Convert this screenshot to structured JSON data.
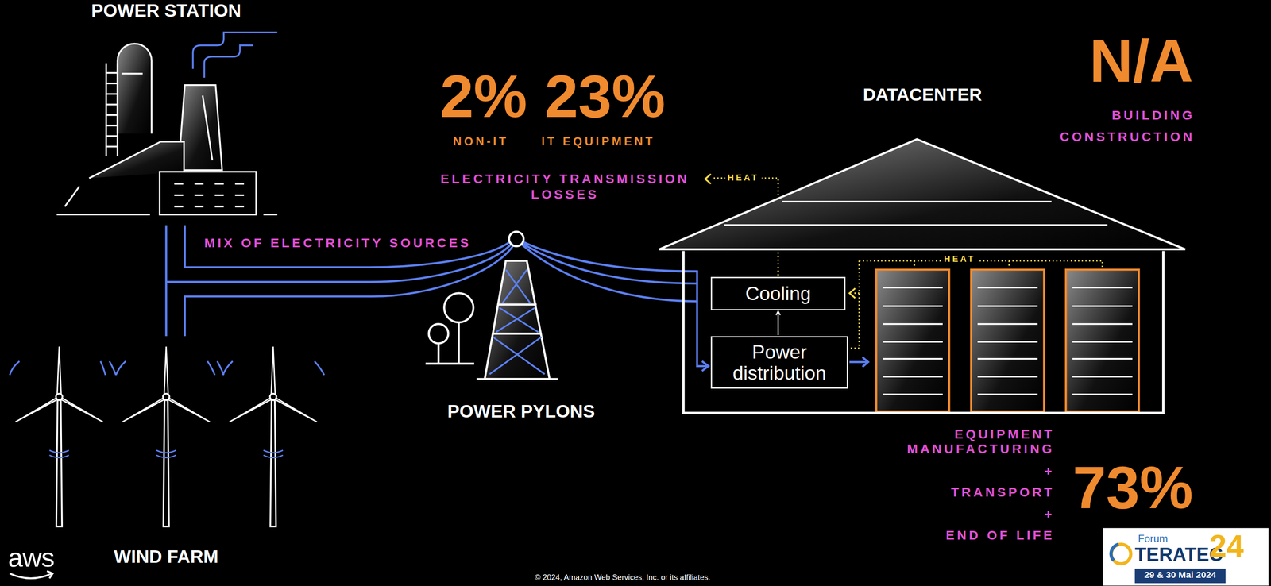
{
  "diagram": {
    "nodes": [
      {
        "text": [
          "DATACENTER"
        ]
      },
      {
        "text": [
          "Cooling"
        ],
        "in": 0
      },
      {
        "text": [
          "Power distribution"
        ],
        "in": 0
      }
    ],
    "edges": [
      {
        "from": 2,
        "to": 1,
        "arrow": "to"
      }
    ],
    "labels": [
      "POWER STATION",
      "WIND FARM",
      "POWER PYLONS",
      "MIX OF ELECTRICITY SOURCES",
      "2%",
      "23%",
      "NON-IT",
      "IT EQUIPMENT",
      "ELECTRICITY TRANSMISSION LOSSES",
      "HEAT",
      "HEAT",
      "N/A",
      "BUILDING CONSTRUCTION",
      "EQUIPMENT MANUFACTURING",
      "+",
      "TRANSPORT",
      "+",
      "END OF LIFE",
      "73%",
      "aws",
      "© 2024, Amazon Web Services, Inc. or its affiliates.",
      "Forum",
      "TERATEC",
      "24",
      "29 & 30 Mai 2024"
    ]
  }
}
